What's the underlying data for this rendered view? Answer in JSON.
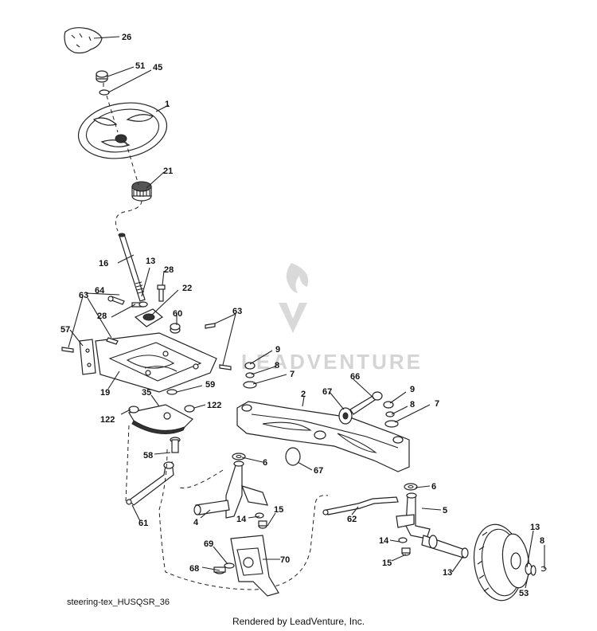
{
  "watermark": {
    "text": "LEADVENTURE"
  },
  "callouts": [
    {
      "id": "c-26",
      "label": "26"
    },
    {
      "id": "c-51",
      "label": "51"
    },
    {
      "id": "c-45",
      "label": "45"
    },
    {
      "id": "c-1",
      "label": "1"
    },
    {
      "id": "c-21",
      "label": "21"
    },
    {
      "id": "c-16",
      "label": "16"
    },
    {
      "id": "c-13a",
      "label": "13"
    },
    {
      "id": "c-28a",
      "label": "28"
    },
    {
      "id": "c-22",
      "label": "22"
    },
    {
      "id": "c-64",
      "label": "64"
    },
    {
      "id": "c-28b",
      "label": "28"
    },
    {
      "id": "c-63a",
      "label": "63"
    },
    {
      "id": "c-60",
      "label": "60"
    },
    {
      "id": "c-63b",
      "label": "63"
    },
    {
      "id": "c-57",
      "label": "57"
    },
    {
      "id": "c-19",
      "label": "19"
    },
    {
      "id": "c-9a",
      "label": "9"
    },
    {
      "id": "c-8a",
      "label": "8"
    },
    {
      "id": "c-7a",
      "label": "7"
    },
    {
      "id": "c-66",
      "label": "66"
    },
    {
      "id": "c-35",
      "label": "35"
    },
    {
      "id": "c-59",
      "label": "59"
    },
    {
      "id": "c-122a",
      "label": "122"
    },
    {
      "id": "c-122b",
      "label": "122"
    },
    {
      "id": "c-2",
      "label": "2"
    },
    {
      "id": "c-67a",
      "label": "67"
    },
    {
      "id": "c-9b",
      "label": "9"
    },
    {
      "id": "c-8b",
      "label": "8"
    },
    {
      "id": "c-7b",
      "label": "7"
    },
    {
      "id": "c-58",
      "label": "58"
    },
    {
      "id": "c-6a",
      "label": "6"
    },
    {
      "id": "c-67b",
      "label": "67"
    },
    {
      "id": "c-6b",
      "label": "6"
    },
    {
      "id": "c-5",
      "label": "5"
    },
    {
      "id": "c-61",
      "label": "61"
    },
    {
      "id": "c-4",
      "label": "4"
    },
    {
      "id": "c-14a",
      "label": "14"
    },
    {
      "id": "c-15a",
      "label": "15"
    },
    {
      "id": "c-62",
      "label": "62"
    },
    {
      "id": "c-14b",
      "label": "14"
    },
    {
      "id": "c-15b",
      "label": "15"
    },
    {
      "id": "c-69",
      "label": "69"
    },
    {
      "id": "c-70",
      "label": "70"
    },
    {
      "id": "c-68",
      "label": "68"
    },
    {
      "id": "c-13b",
      "label": "13"
    },
    {
      "id": "c-8c",
      "label": "8"
    },
    {
      "id": "c-13c",
      "label": "13"
    },
    {
      "id": "c-53",
      "label": "53"
    }
  ],
  "caption": "steering-tex_HUSQSR_36",
  "footer": "Rendered by LeadVenture, Inc."
}
